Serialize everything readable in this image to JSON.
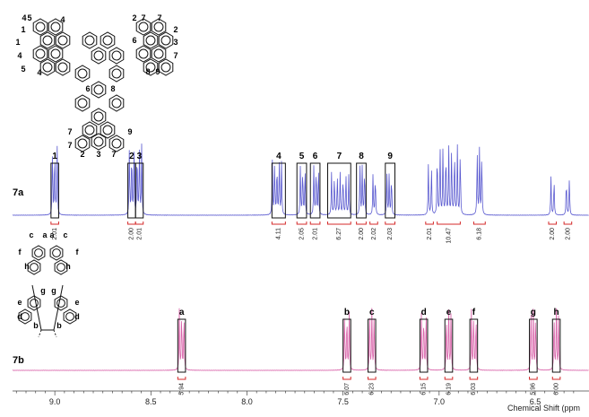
{
  "chart_data": {
    "type": "line",
    "xlabel": "Chemical Shift (ppm",
    "x_axis": {
      "range": [
        9.22,
        6.22
      ],
      "reversed": true,
      "major_ticks": [
        "9.0",
        "8.5",
        "8.0",
        "7.5",
        "7.0",
        "6.5"
      ],
      "grid": false
    },
    "series": [
      {
        "name": "7a",
        "color": "#5a5ad0",
        "multiplets": [
          {
            "center": 9.0,
            "lines": [
              -0.012,
              0.0,
              0.012
            ],
            "height": 1.0
          },
          {
            "center": 8.6,
            "lines": [
              -0.012,
              0.0,
              0.012
            ],
            "height": 0.98
          },
          {
            "center": 8.56,
            "lines": [
              -0.012,
              0.0,
              0.012
            ],
            "height": 1.0
          },
          {
            "center": 7.84,
            "lines": [
              -0.02,
              -0.008,
              0.004,
              0.016,
              0.028
            ],
            "height": 0.77
          },
          {
            "center": 7.71,
            "lines": [
              -0.012,
              0.0,
              0.012
            ],
            "height": 0.71
          },
          {
            "center": 7.64,
            "lines": [
              -0.012,
              0.0,
              0.012
            ],
            "height": 0.72
          },
          {
            "center": 7.52,
            "lines": [
              -0.05,
              -0.035,
              -0.02,
              -0.005,
              0.01,
              0.025,
              0.04
            ],
            "height": 0.6
          },
          {
            "center": 7.4,
            "lines": [
              -0.012,
              0.0,
              0.012
            ],
            "height": 0.72
          },
          {
            "center": 7.34,
            "lines": [
              -0.008,
              0.004
            ],
            "height": 0.6
          },
          {
            "center": 7.26,
            "lines": [
              -0.012,
              0.0,
              0.012
            ],
            "height": 0.6
          },
          {
            "center": 7.05,
            "lines": [
              -0.01,
              0.006
            ],
            "height": 0.72
          },
          {
            "center": 6.95,
            "lines": [
              -0.06,
              -0.045,
              -0.03,
              -0.015,
              0.0,
              0.015,
              0.03,
              0.045,
              0.06
            ],
            "height": 0.98
          },
          {
            "center": 6.79,
            "lines": [
              -0.012,
              0.0,
              0.012
            ],
            "height": 0.94
          },
          {
            "center": 6.41,
            "lines": [
              -0.008,
              0.008
            ],
            "height": 0.55
          },
          {
            "center": 6.33,
            "lines": [
              -0.008,
              0.008
            ],
            "height": 0.55
          }
        ],
        "peak_labels": [
          {
            "text": "1",
            "start": 9.02,
            "end": 8.98
          },
          {
            "text": "2",
            "start": 8.62,
            "end": 8.58
          },
          {
            "text": "3",
            "start": 8.58,
            "end": 8.54
          },
          {
            "text": "4",
            "start": 7.87,
            "end": 7.8
          },
          {
            "text": "5",
            "start": 7.74,
            "end": 7.69
          },
          {
            "text": "6",
            "start": 7.67,
            "end": 7.62
          },
          {
            "text": "7",
            "start": 7.58,
            "end": 7.46
          },
          {
            "text": "8",
            "start": 7.43,
            "end": 7.38
          },
          {
            "text": "9",
            "start": 7.28,
            "end": 7.23
          }
        ],
        "integrals": [
          {
            "value": "2.01",
            "start": 9.02,
            "end": 8.98
          },
          {
            "value": "2.00",
            "start": 8.62,
            "end": 8.58
          },
          {
            "value": "2.01",
            "start": 8.58,
            "end": 8.54
          },
          {
            "value": "4.11",
            "start": 7.87,
            "end": 7.8
          },
          {
            "value": "2.05",
            "start": 7.74,
            "end": 7.69
          },
          {
            "value": "2.01",
            "start": 7.67,
            "end": 7.62
          },
          {
            "value": "6.27",
            "start": 7.58,
            "end": 7.46
          },
          {
            "value": "2.00",
            "start": 7.43,
            "end": 7.38
          },
          {
            "value": "2.02",
            "start": 7.36,
            "end": 7.32
          },
          {
            "value": "2.03",
            "start": 7.28,
            "end": 7.23
          },
          {
            "value": "2.01",
            "start": 7.07,
            "end": 7.03
          },
          {
            "value": "10.47",
            "start": 7.01,
            "end": 6.89
          },
          {
            "value": "6.18",
            "start": 6.82,
            "end": 6.76
          },
          {
            "value": "2.00",
            "start": 6.43,
            "end": 6.39
          },
          {
            "value": "2.00",
            "start": 6.35,
            "end": 6.31
          }
        ]
      },
      {
        "name": "7b",
        "color": "#d860a8",
        "multiplets": [
          {
            "center": 8.34,
            "lines": [
              -0.012,
              0.0,
              0.012
            ],
            "height": 1.0
          },
          {
            "center": 7.48,
            "lines": [
              -0.012,
              0.0,
              0.012
            ],
            "height": 0.98
          },
          {
            "center": 7.35,
            "lines": [
              -0.012,
              0.0,
              0.012
            ],
            "height": 0.98
          },
          {
            "center": 7.08,
            "lines": [
              -0.012,
              0.0,
              0.012
            ],
            "height": 0.98
          },
          {
            "center": 6.95,
            "lines": [
              -0.012,
              0.0,
              0.012
            ],
            "height": 0.98
          },
          {
            "center": 6.82,
            "lines": [
              -0.012,
              0.0,
              0.012
            ],
            "height": 0.98
          },
          {
            "center": 6.51,
            "lines": [
              -0.012,
              0.0,
              0.012
            ],
            "height": 0.98
          },
          {
            "center": 6.39,
            "lines": [
              -0.012,
              0.0,
              0.012
            ],
            "height": 0.98
          }
        ],
        "peak_labels": [
          {
            "text": "a",
            "start": 8.36,
            "end": 8.32
          },
          {
            "text": "b",
            "start": 7.5,
            "end": 7.46
          },
          {
            "text": "c",
            "start": 7.37,
            "end": 7.33
          },
          {
            "text": "d",
            "start": 7.1,
            "end": 7.06
          },
          {
            "text": "e",
            "start": 6.97,
            "end": 6.93
          },
          {
            "text": "f",
            "start": 6.84,
            "end": 6.8
          },
          {
            "text": "g",
            "start": 6.53,
            "end": 6.49
          },
          {
            "text": "h",
            "start": 6.41,
            "end": 6.37
          }
        ],
        "integrals": [
          {
            "value": "5.94",
            "start": 8.36,
            "end": 8.32
          },
          {
            "value": "6.07",
            "start": 7.5,
            "end": 7.46
          },
          {
            "value": "6.23",
            "start": 7.37,
            "end": 7.33
          },
          {
            "value": "6.15",
            "start": 7.1,
            "end": 7.06
          },
          {
            "value": "6.19",
            "start": 6.97,
            "end": 6.93
          },
          {
            "value": "6.03",
            "start": 6.84,
            "end": 6.8
          },
          {
            "value": "5.96",
            "start": 6.53,
            "end": 6.49
          },
          {
            "value": "6.00",
            "start": 6.41,
            "end": 6.37
          }
        ]
      }
    ],
    "structure_7a_labels": [
      "4",
      "5",
      "1",
      "1",
      "4",
      "5",
      "4",
      "4",
      "2",
      "7",
      "7",
      "2",
      "6",
      "3",
      "7",
      "8",
      "9",
      "6",
      "8",
      "7",
      "9",
      "7",
      "2",
      "3",
      "7"
    ],
    "structure_7b_labels": [
      "c",
      "a",
      "a",
      "c",
      "f",
      "f",
      "h",
      "h",
      "g",
      "g",
      "e",
      "e",
      "d",
      "d",
      "b",
      "b"
    ]
  }
}
